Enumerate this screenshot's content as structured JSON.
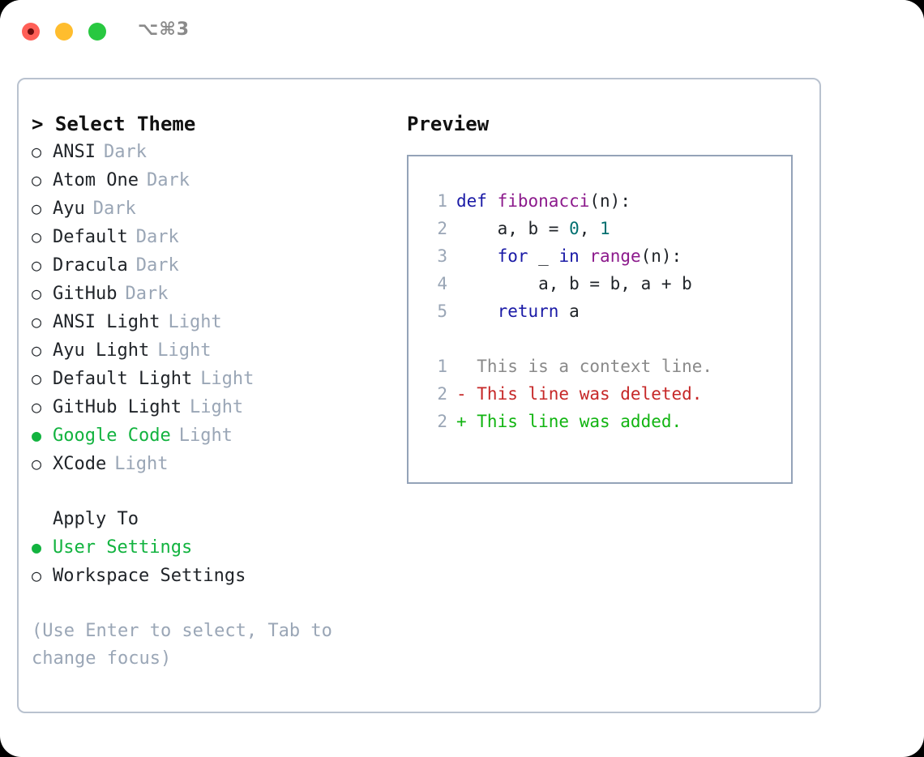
{
  "titlebar": {
    "shortcut": "⌥⌘3",
    "lights": [
      "close-red",
      "minimize-yellow",
      "maximize-green"
    ]
  },
  "theme_list": {
    "header": "> Select Theme",
    "items": [
      {
        "marker": "○",
        "label": "ANSI",
        "tag": "Dark",
        "selected": false
      },
      {
        "marker": "○",
        "label": "Atom One",
        "tag": "Dark",
        "selected": false
      },
      {
        "marker": "○",
        "label": "Ayu",
        "tag": "Dark",
        "selected": false
      },
      {
        "marker": "○",
        "label": "Default",
        "tag": "Dark",
        "selected": false
      },
      {
        "marker": "○",
        "label": "Dracula",
        "tag": "Dark",
        "selected": false
      },
      {
        "marker": "○",
        "label": "GitHub",
        "tag": "Dark",
        "selected": false
      },
      {
        "marker": "○",
        "label": "ANSI Light",
        "tag": "Light",
        "selected": false
      },
      {
        "marker": "○",
        "label": "Ayu Light",
        "tag": "Light",
        "selected": false
      },
      {
        "marker": "○",
        "label": "Default Light",
        "tag": "Light",
        "selected": false
      },
      {
        "marker": "○",
        "label": "GitHub Light",
        "tag": "Light",
        "selected": false
      },
      {
        "marker": "●",
        "label": "Google Code",
        "tag": "Light",
        "selected": true
      },
      {
        "marker": "○",
        "label": "XCode",
        "tag": "Light",
        "selected": false
      }
    ]
  },
  "apply_to": {
    "title": "Apply To",
    "items": [
      {
        "marker": "●",
        "label": "User Settings",
        "selected": true
      },
      {
        "marker": "○",
        "label": "Workspace Settings",
        "selected": false
      }
    ]
  },
  "hint": "(Use Enter to select, Tab to change focus)",
  "preview": {
    "title": "Preview",
    "code_lines": [
      {
        "num": "1",
        "tokens": [
          {
            "t": "def",
            "c": "kw"
          },
          {
            "t": " ",
            "c": "txt"
          },
          {
            "t": "fibonacci",
            "c": "fn"
          },
          {
            "t": "(n):",
            "c": "txt"
          }
        ]
      },
      {
        "num": "2",
        "tokens": [
          {
            "t": "    a, b = ",
            "c": "txt"
          },
          {
            "t": "0",
            "c": "num"
          },
          {
            "t": ", ",
            "c": "txt"
          },
          {
            "t": "1",
            "c": "num"
          }
        ]
      },
      {
        "num": "3",
        "tokens": [
          {
            "t": "    ",
            "c": "txt"
          },
          {
            "t": "for",
            "c": "kw"
          },
          {
            "t": " _ ",
            "c": "txt"
          },
          {
            "t": "in",
            "c": "kw"
          },
          {
            "t": " ",
            "c": "txt"
          },
          {
            "t": "range",
            "c": "fn"
          },
          {
            "t": "(n):",
            "c": "txt"
          }
        ]
      },
      {
        "num": "4",
        "tokens": [
          {
            "t": "        a, b = b, a + b",
            "c": "txt"
          }
        ]
      },
      {
        "num": "5",
        "tokens": [
          {
            "t": "    ",
            "c": "txt"
          },
          {
            "t": "return",
            "c": "kw"
          },
          {
            "t": " a",
            "c": "txt"
          }
        ]
      }
    ],
    "diff_lines": [
      {
        "num": "1",
        "tokens": [
          {
            "t": "  This is a context line.",
            "c": "ctx"
          }
        ]
      },
      {
        "num": "2",
        "tokens": [
          {
            "t": "- This line was deleted.",
            "c": "del"
          }
        ]
      },
      {
        "num": "2",
        "tokens": [
          {
            "t": "+ This line was added.",
            "c": "add"
          }
        ]
      }
    ]
  },
  "colors": {
    "selected_green": "#12b33f",
    "muted_gray": "#9aa6b6",
    "keyword_blue": "#1a1aa6",
    "function_purple": "#8c1a8c",
    "number_teal": "#007070",
    "diff_delete_red": "#c62828",
    "diff_add_green": "#11b411",
    "border_gray": "#94a3b8"
  }
}
